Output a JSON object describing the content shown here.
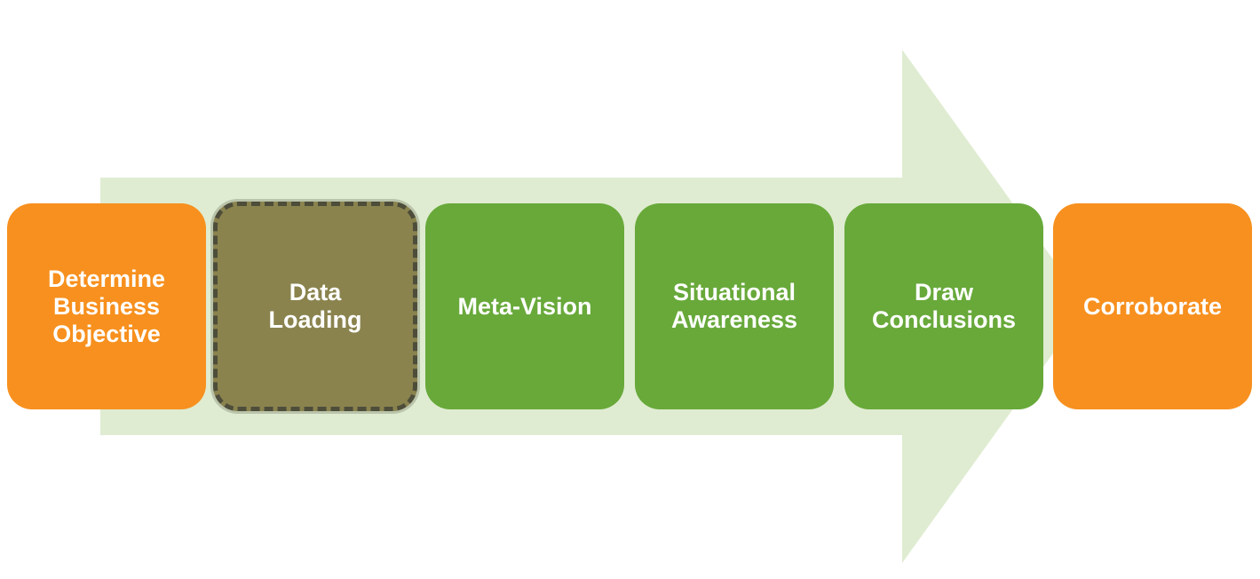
{
  "diagram": {
    "arrow_color": "#dfecd1",
    "colors": {
      "orange": "#f7901e",
      "green": "#68a93a",
      "olive": "#8a834e",
      "dashed_border": "#4d4d3a",
      "text": "#ffffff"
    },
    "steps": [
      {
        "label": "Determine\nBusiness\nObjective",
        "color": "orange"
      },
      {
        "label": "Data\nLoading",
        "color": "olive",
        "highlighted": true
      },
      {
        "label": "Meta-Vision",
        "color": "green"
      },
      {
        "label": "Situational\nAwareness",
        "color": "green"
      },
      {
        "label": "Draw\nConclusions",
        "color": "green"
      },
      {
        "label": "Corroborate",
        "color": "orange"
      }
    ]
  }
}
